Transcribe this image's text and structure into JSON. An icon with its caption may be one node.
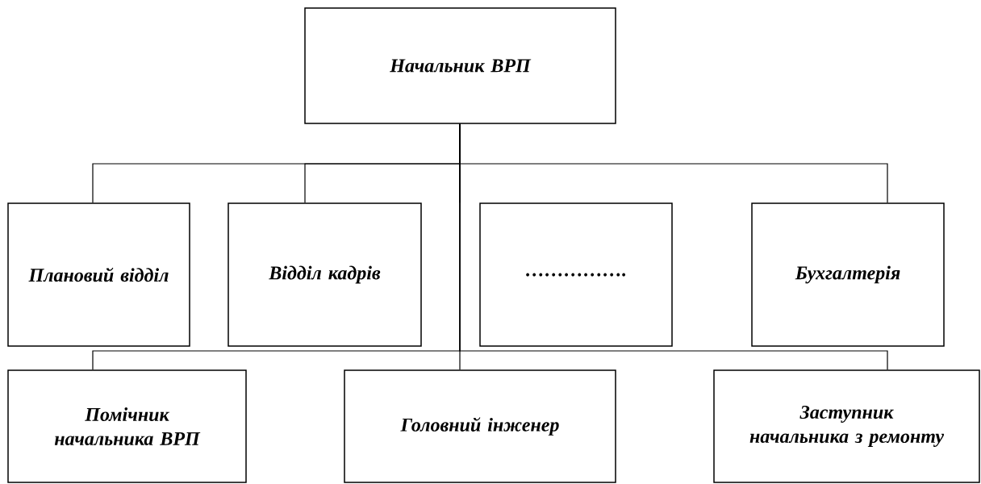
{
  "diagram": {
    "nodes": [
      {
        "text": [
          "Начальник ВРП"
        ]
      },
      {
        "text": [
          "Плановий відділ"
        ]
      },
      {
        "text": [
          "Відділ кадрів"
        ]
      },
      {
        "text": [
          "……………."
        ]
      },
      {
        "text": [
          "Бухгалтерія"
        ]
      },
      {
        "text": [
          "Помічник начальника ВРП"
        ]
      },
      {
        "text": [
          "Головний інженер"
        ]
      },
      {
        "text": [
          "Заступник начальника з ремонту"
        ]
      }
    ],
    "edges": [
      {
        "from": 0,
        "to": 1,
        "arrow": "none"
      },
      {
        "from": 0,
        "to": 2,
        "arrow": "none"
      },
      {
        "from": 0,
        "to": 3,
        "arrow": "none"
      },
      {
        "from": 0,
        "to": 4,
        "arrow": "none"
      },
      {
        "from": 0,
        "to": 5,
        "arrow": "none"
      },
      {
        "from": 0,
        "to": 6,
        "arrow": "none"
      },
      {
        "from": 0,
        "to": 7,
        "arrow": "none"
      }
    ]
  }
}
